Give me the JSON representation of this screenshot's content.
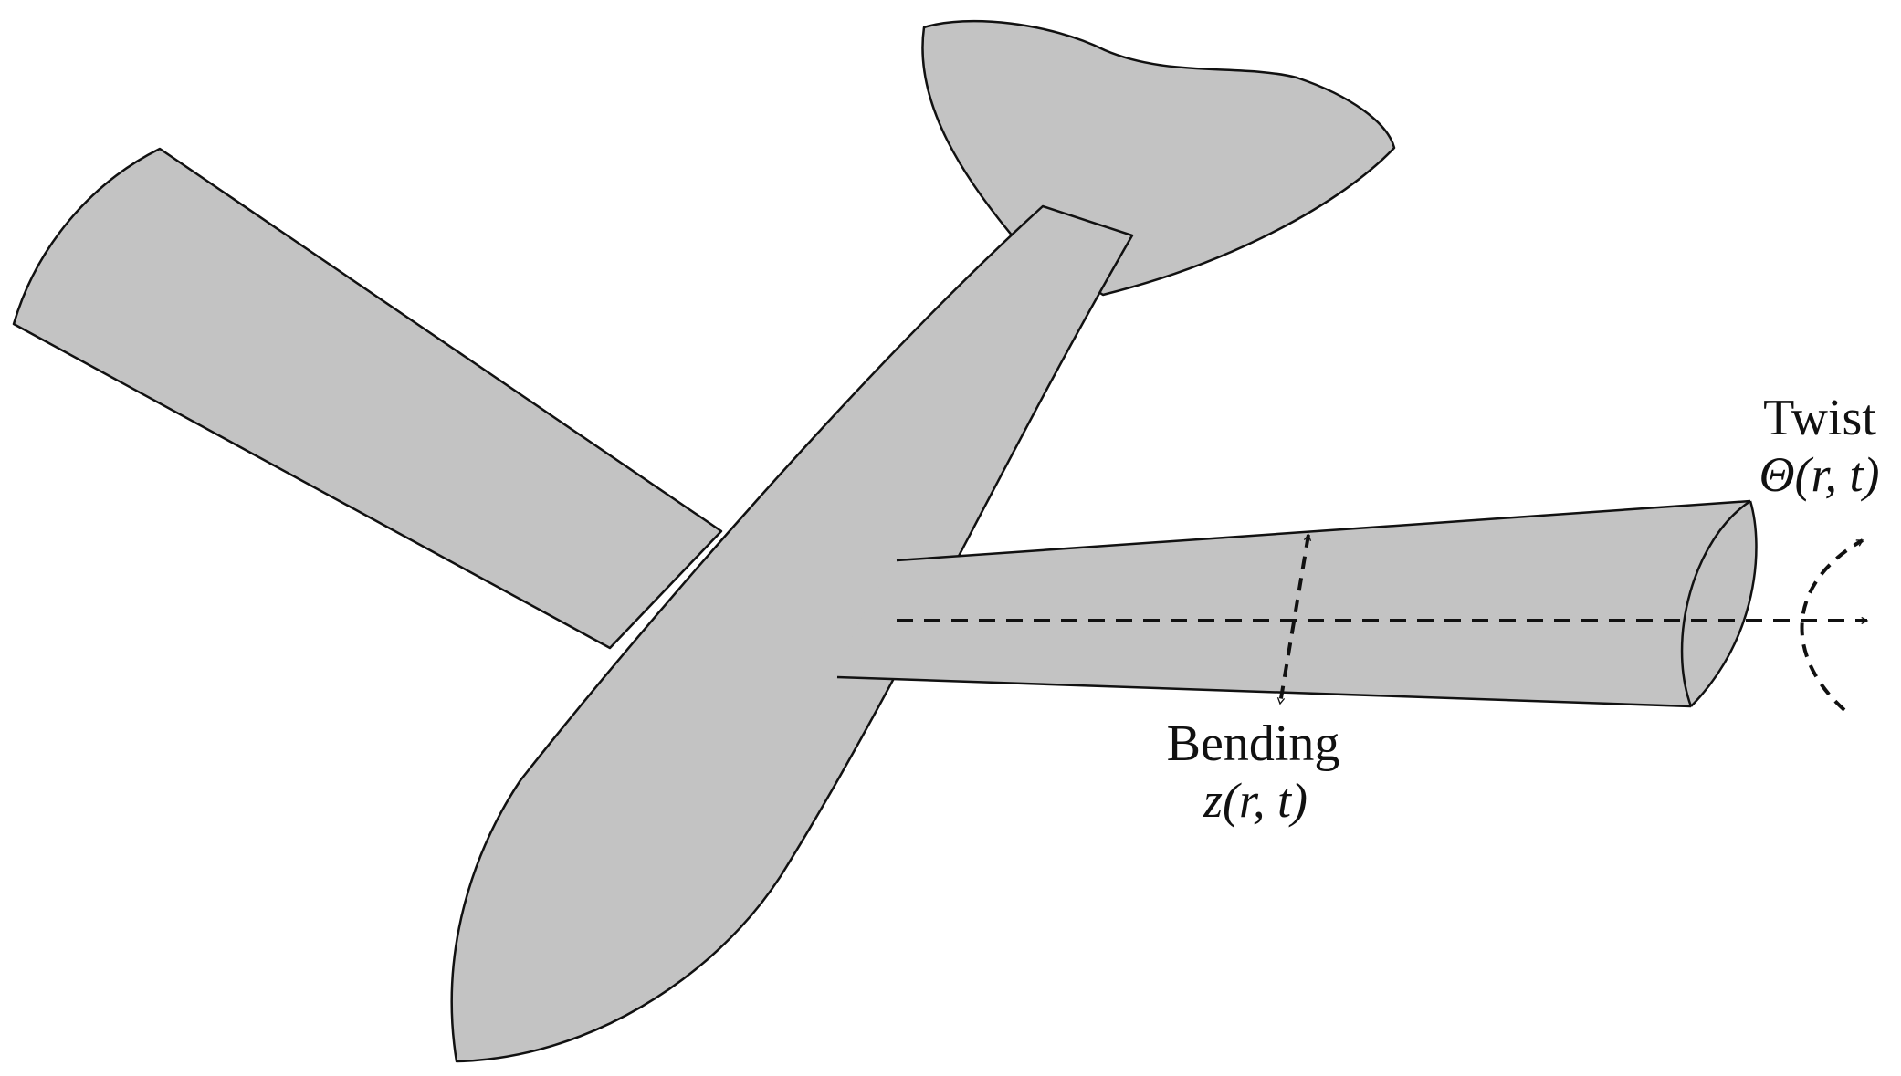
{
  "colors": {
    "body_fill": "#c3c3c3",
    "stroke": "#111111",
    "background": "#ffffff"
  },
  "labels": {
    "twist": {
      "title": "Twist",
      "symbol": "Θ(r, t)"
    },
    "bending": {
      "title": "Bending",
      "symbol": "z(r, t)"
    }
  }
}
